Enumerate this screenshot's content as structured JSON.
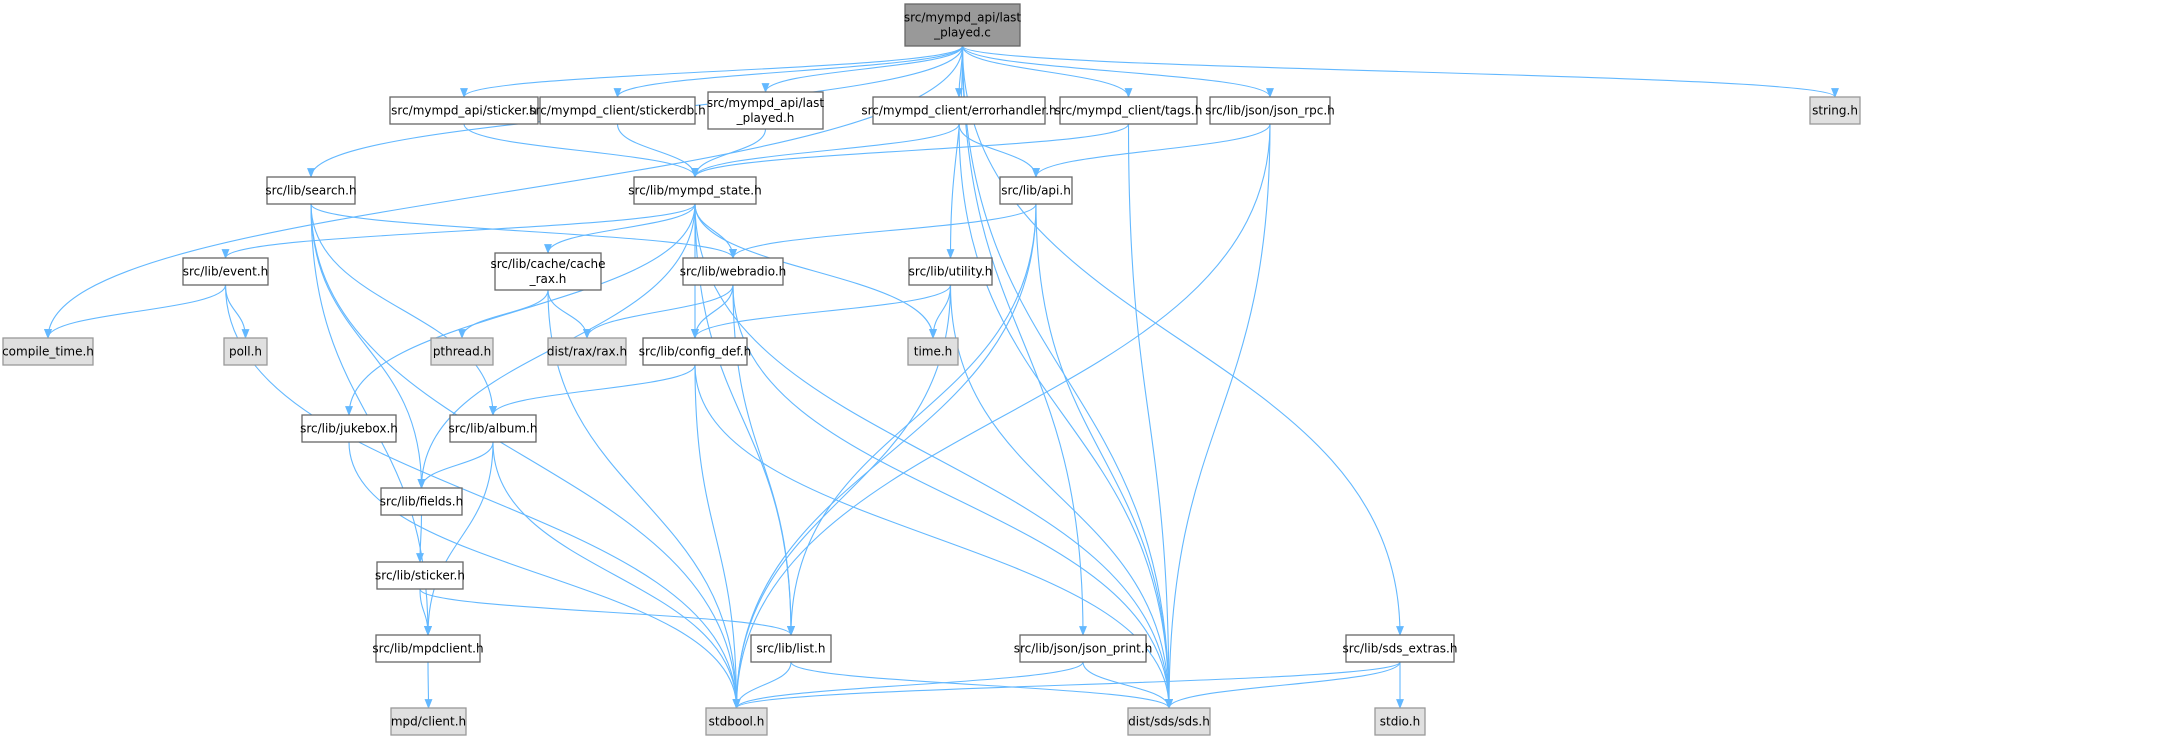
{
  "graph": {
    "nodes": [
      {
        "id": "root",
        "kind": "root",
        "lines": [
          "src/mympd_api/last",
          "_played.c"
        ]
      },
      {
        "id": "api_sticker",
        "kind": "normal",
        "lines": [
          "src/mympd_api/sticker.h"
        ]
      },
      {
        "id": "stickerdb",
        "kind": "normal",
        "lines": [
          "src/mympd_client/stickerdb.h"
        ]
      },
      {
        "id": "last_played_h",
        "kind": "normal",
        "lines": [
          "src/mympd_api/last",
          "_played.h"
        ]
      },
      {
        "id": "errorhandler",
        "kind": "normal",
        "lines": [
          "src/mympd_client/errorhandler.h"
        ]
      },
      {
        "id": "tags",
        "kind": "normal",
        "lines": [
          "src/mympd_client/tags.h"
        ]
      },
      {
        "id": "json_rpc",
        "kind": "normal",
        "lines": [
          "src/lib/json/json_rpc.h"
        ]
      },
      {
        "id": "string_h",
        "kind": "system",
        "lines": [
          "string.h"
        ]
      },
      {
        "id": "search",
        "kind": "normal",
        "lines": [
          "src/lib/search.h"
        ]
      },
      {
        "id": "mympd_state",
        "kind": "normal",
        "lines": [
          "src/lib/mympd_state.h"
        ]
      },
      {
        "id": "api",
        "kind": "normal",
        "lines": [
          "src/lib/api.h"
        ]
      },
      {
        "id": "event",
        "kind": "normal",
        "lines": [
          "src/lib/event.h"
        ]
      },
      {
        "id": "cache_rax",
        "kind": "normal",
        "lines": [
          "src/lib/cache/cache",
          "_rax.h"
        ]
      },
      {
        "id": "webradio",
        "kind": "normal",
        "lines": [
          "src/lib/webradio.h"
        ]
      },
      {
        "id": "utility",
        "kind": "normal",
        "lines": [
          "src/lib/utility.h"
        ]
      },
      {
        "id": "compile_time",
        "kind": "system",
        "lines": [
          "compile_time.h"
        ]
      },
      {
        "id": "poll",
        "kind": "system",
        "lines": [
          "poll.h"
        ]
      },
      {
        "id": "pthread",
        "kind": "system",
        "lines": [
          "pthread.h"
        ]
      },
      {
        "id": "rax",
        "kind": "system",
        "lines": [
          "dist/rax/rax.h"
        ]
      },
      {
        "id": "config_def",
        "kind": "normal",
        "lines": [
          "src/lib/config_def.h"
        ]
      },
      {
        "id": "time_h",
        "kind": "system",
        "lines": [
          "time.h"
        ]
      },
      {
        "id": "jukebox",
        "kind": "normal",
        "lines": [
          "src/lib/jukebox.h"
        ]
      },
      {
        "id": "album",
        "kind": "normal",
        "lines": [
          "src/lib/album.h"
        ]
      },
      {
        "id": "fields",
        "kind": "normal",
        "lines": [
          "src/lib/fields.h"
        ]
      },
      {
        "id": "lib_sticker",
        "kind": "normal",
        "lines": [
          "src/lib/sticker.h"
        ]
      },
      {
        "id": "mpdclient",
        "kind": "normal",
        "lines": [
          "src/lib/mpdclient.h"
        ]
      },
      {
        "id": "list",
        "kind": "normal",
        "lines": [
          "src/lib/list.h"
        ]
      },
      {
        "id": "json_print",
        "kind": "normal",
        "lines": [
          "src/lib/json/json_print.h"
        ]
      },
      {
        "id": "sds_extras",
        "kind": "normal",
        "lines": [
          "src/lib/sds_extras.h"
        ]
      },
      {
        "id": "mpd_client_h",
        "kind": "system",
        "lines": [
          "mpd/client.h"
        ]
      },
      {
        "id": "stdbool",
        "kind": "system",
        "lines": [
          "stdbool.h"
        ]
      },
      {
        "id": "sds",
        "kind": "system",
        "lines": [
          "dist/sds/sds.h"
        ]
      },
      {
        "id": "stdio",
        "kind": "system",
        "lines": [
          "stdio.h"
        ]
      }
    ],
    "edges": [
      [
        "root",
        "api_sticker"
      ],
      [
        "root",
        "stickerdb"
      ],
      [
        "root",
        "last_played_h"
      ],
      [
        "root",
        "errorhandler"
      ],
      [
        "root",
        "tags"
      ],
      [
        "root",
        "json_rpc"
      ],
      [
        "root",
        "string_h"
      ],
      [
        "root",
        "search"
      ],
      [
        "root",
        "compile_time"
      ],
      [
        "root",
        "utility"
      ],
      [
        "root",
        "json_print"
      ],
      [
        "root",
        "sds_extras"
      ],
      [
        "root",
        "sds"
      ],
      [
        "api_sticker",
        "mympd_state"
      ],
      [
        "stickerdb",
        "mympd_state"
      ],
      [
        "last_played_h",
        "mympd_state"
      ],
      [
        "errorhandler",
        "mympd_state"
      ],
      [
        "errorhandler",
        "api"
      ],
      [
        "errorhandler",
        "sds"
      ],
      [
        "tags",
        "mympd_state"
      ],
      [
        "tags",
        "sds"
      ],
      [
        "json_rpc",
        "api"
      ],
      [
        "json_rpc",
        "sds"
      ],
      [
        "json_rpc",
        "stdbool"
      ],
      [
        "search",
        "webradio"
      ],
      [
        "search",
        "album"
      ],
      [
        "search",
        "fields"
      ],
      [
        "search",
        "mpdclient"
      ],
      [
        "search",
        "stdbool"
      ],
      [
        "mympd_state",
        "event"
      ],
      [
        "mympd_state",
        "cache_rax"
      ],
      [
        "mympd_state",
        "webradio"
      ],
      [
        "mympd_state",
        "config_def"
      ],
      [
        "mympd_state",
        "time_h"
      ],
      [
        "mympd_state",
        "list"
      ],
      [
        "mympd_state",
        "sds"
      ],
      [
        "mympd_state",
        "jukebox"
      ],
      [
        "mympd_state",
        "fields"
      ],
      [
        "event",
        "compile_time"
      ],
      [
        "event",
        "poll"
      ],
      [
        "event",
        "stdbool"
      ],
      [
        "cache_rax",
        "pthread"
      ],
      [
        "cache_rax",
        "rax"
      ],
      [
        "cache_rax",
        "stdbool"
      ],
      [
        "webradio",
        "rax"
      ],
      [
        "webradio",
        "config_def"
      ],
      [
        "webradio",
        "list"
      ],
      [
        "webradio",
        "sds"
      ],
      [
        "api",
        "webradio"
      ],
      [
        "api",
        "list"
      ],
      [
        "api",
        "stdbool"
      ],
      [
        "api",
        "sds"
      ],
      [
        "utility",
        "time_h"
      ],
      [
        "utility",
        "config_def"
      ],
      [
        "utility",
        "stdbool"
      ],
      [
        "utility",
        "sds"
      ],
      [
        "config_def",
        "album"
      ],
      [
        "config_def",
        "stdbool"
      ],
      [
        "config_def",
        "sds"
      ],
      [
        "jukebox",
        "stdbool"
      ],
      [
        "album",
        "fields"
      ],
      [
        "album",
        "mpdclient"
      ],
      [
        "album",
        "stdbool"
      ],
      [
        "fields",
        "lib_sticker"
      ],
      [
        "lib_sticker",
        "mpdclient"
      ],
      [
        "lib_sticker",
        "list"
      ],
      [
        "mpdclient",
        "mpd_client_h"
      ],
      [
        "list",
        "stdbool"
      ],
      [
        "list",
        "sds"
      ],
      [
        "json_print",
        "stdbool"
      ],
      [
        "json_print",
        "sds"
      ],
      [
        "sds_extras",
        "stdbool"
      ],
      [
        "sds_extras",
        "sds"
      ],
      [
        "sds_extras",
        "stdio"
      ]
    ]
  },
  "colors": {
    "edge": "#63b8ff",
    "root_fill": "#999999",
    "system_fill": "#e0e0e0"
  }
}
